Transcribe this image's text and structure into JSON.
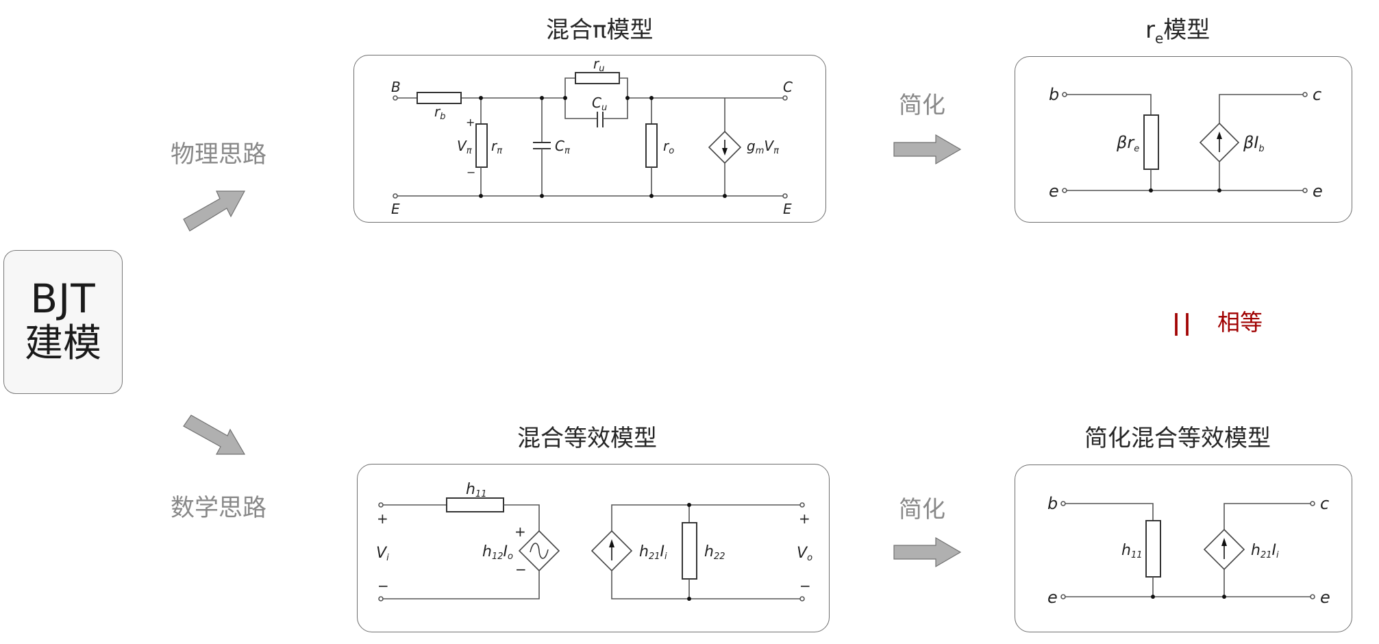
{
  "root": {
    "line1": "BJT",
    "line2": "建模"
  },
  "branches": {
    "physical": "物理思路",
    "math": "数学思路"
  },
  "models": {
    "hybrid_pi": {
      "title": "混合π模型",
      "labels": {
        "B": "B",
        "E_left": "E",
        "C": "C",
        "E_right": "E",
        "rb": "r",
        "rb_sub": "b",
        "vpi": "V",
        "vpi_sub": "π",
        "plus": "+",
        "minus": "−",
        "rpi": "r",
        "rpi_sub": "π",
        "cpi": "C",
        "cpi_sub": "π",
        "ru": "r",
        "ru_sub": "u",
        "cu": "C",
        "cu_sub": "u",
        "ro": "r",
        "ro_sub": "o",
        "gm": "g",
        "gm_sub": "m",
        "gmv": "V",
        "gmv_sub": "π"
      }
    },
    "re": {
      "title_main": "r",
      "title_sub": "e",
      "title_rest": "模型",
      "labels": {
        "b": "b",
        "c": "c",
        "e_left": "e",
        "e_right": "e",
        "resistor": "βr",
        "resistor_sub": "e",
        "source": "βI",
        "source_sub": "b"
      }
    },
    "hybrid_equiv": {
      "title": "混合等效模型",
      "labels": {
        "h11": "h",
        "h11_sub": "11",
        "vi": "V",
        "vi_sub": "i",
        "vo": "V",
        "vo_sub": "o",
        "plus": "+",
        "minus": "−",
        "h12": "h",
        "h12_sub": "12",
        "h12_i": "I",
        "h12_i_sub": "o",
        "h21": "h",
        "h21_sub": "21",
        "h21_i": "I",
        "h21_i_sub": "i",
        "h22": "h",
        "h22_sub": "22"
      }
    },
    "simplified_equiv": {
      "title": "简化混合等效模型",
      "labels": {
        "b": "b",
        "c": "c",
        "e_left": "e",
        "e_right": "e",
        "h11": "h",
        "h11_sub": "11",
        "h21": "h",
        "h21_sub": "21",
        "h21_i": "I",
        "h21_i_sub": "i"
      }
    }
  },
  "simplify_top": "简化",
  "simplify_bottom": "简化",
  "equality": {
    "symbol": "||",
    "label": "相等"
  },
  "colors": {
    "arrow_fill": "#b0b0b0",
    "arrow_stroke": "#707070",
    "equal_red": "#a00000",
    "muted_text": "#888888"
  }
}
